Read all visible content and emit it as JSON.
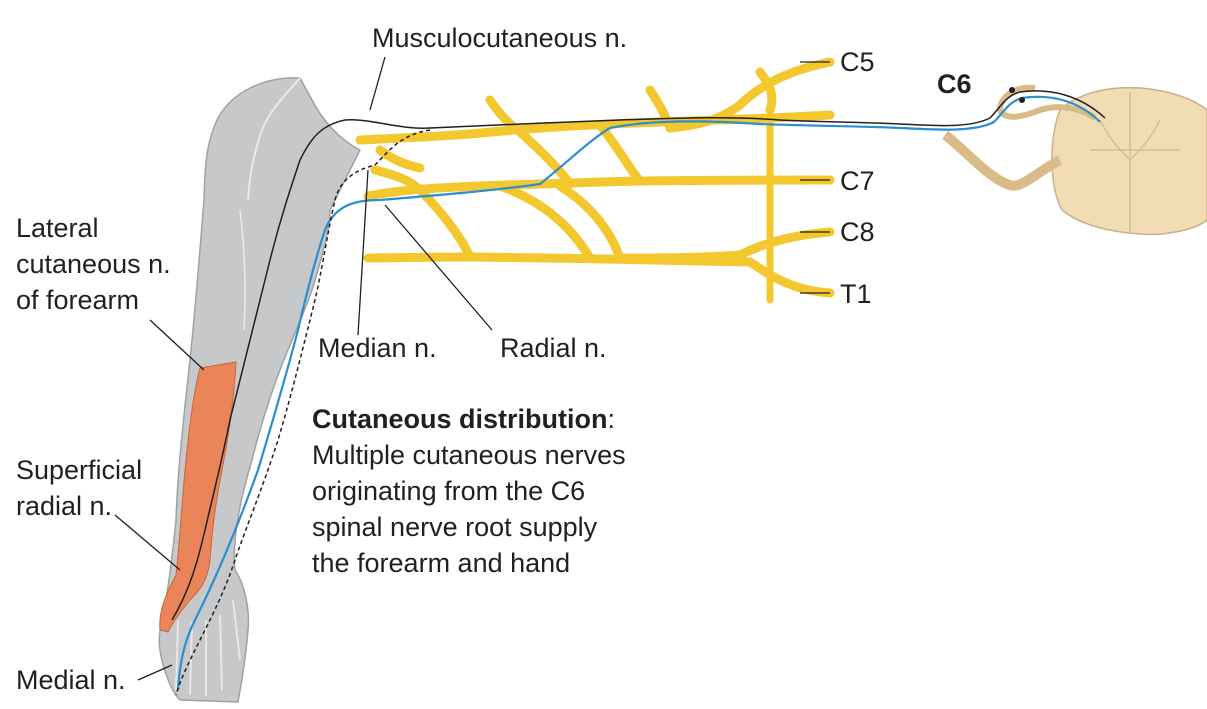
{
  "labels": {
    "musculocutaneous": "Musculocutaneous n.",
    "c5": "C5",
    "c6": "C6",
    "c7": "C7",
    "c8": "C8",
    "t1": "T1",
    "lateral_cutaneous": [
      "Lateral",
      "cutaneous n.",
      "of forearm"
    ],
    "median": "Median n.",
    "radial": "Radial n.",
    "superficial_radial": [
      "Superficial",
      "radial n."
    ],
    "medial": "Medial n."
  },
  "description": {
    "heading": "Cutaneous distribution",
    "colon": ":",
    "lines": [
      "Multiple cutaneous nerves",
      "originating from the C6",
      "spinal nerve root supply",
      "the forearm and hand"
    ]
  },
  "colors": {
    "nerve_yellow": "#f3c72e",
    "pathway_blue": "#2a8fd0",
    "skin_gray": "#c6c8ca",
    "dermatome_orange": "#e98559",
    "cord_tan": "#f1dcb4"
  }
}
